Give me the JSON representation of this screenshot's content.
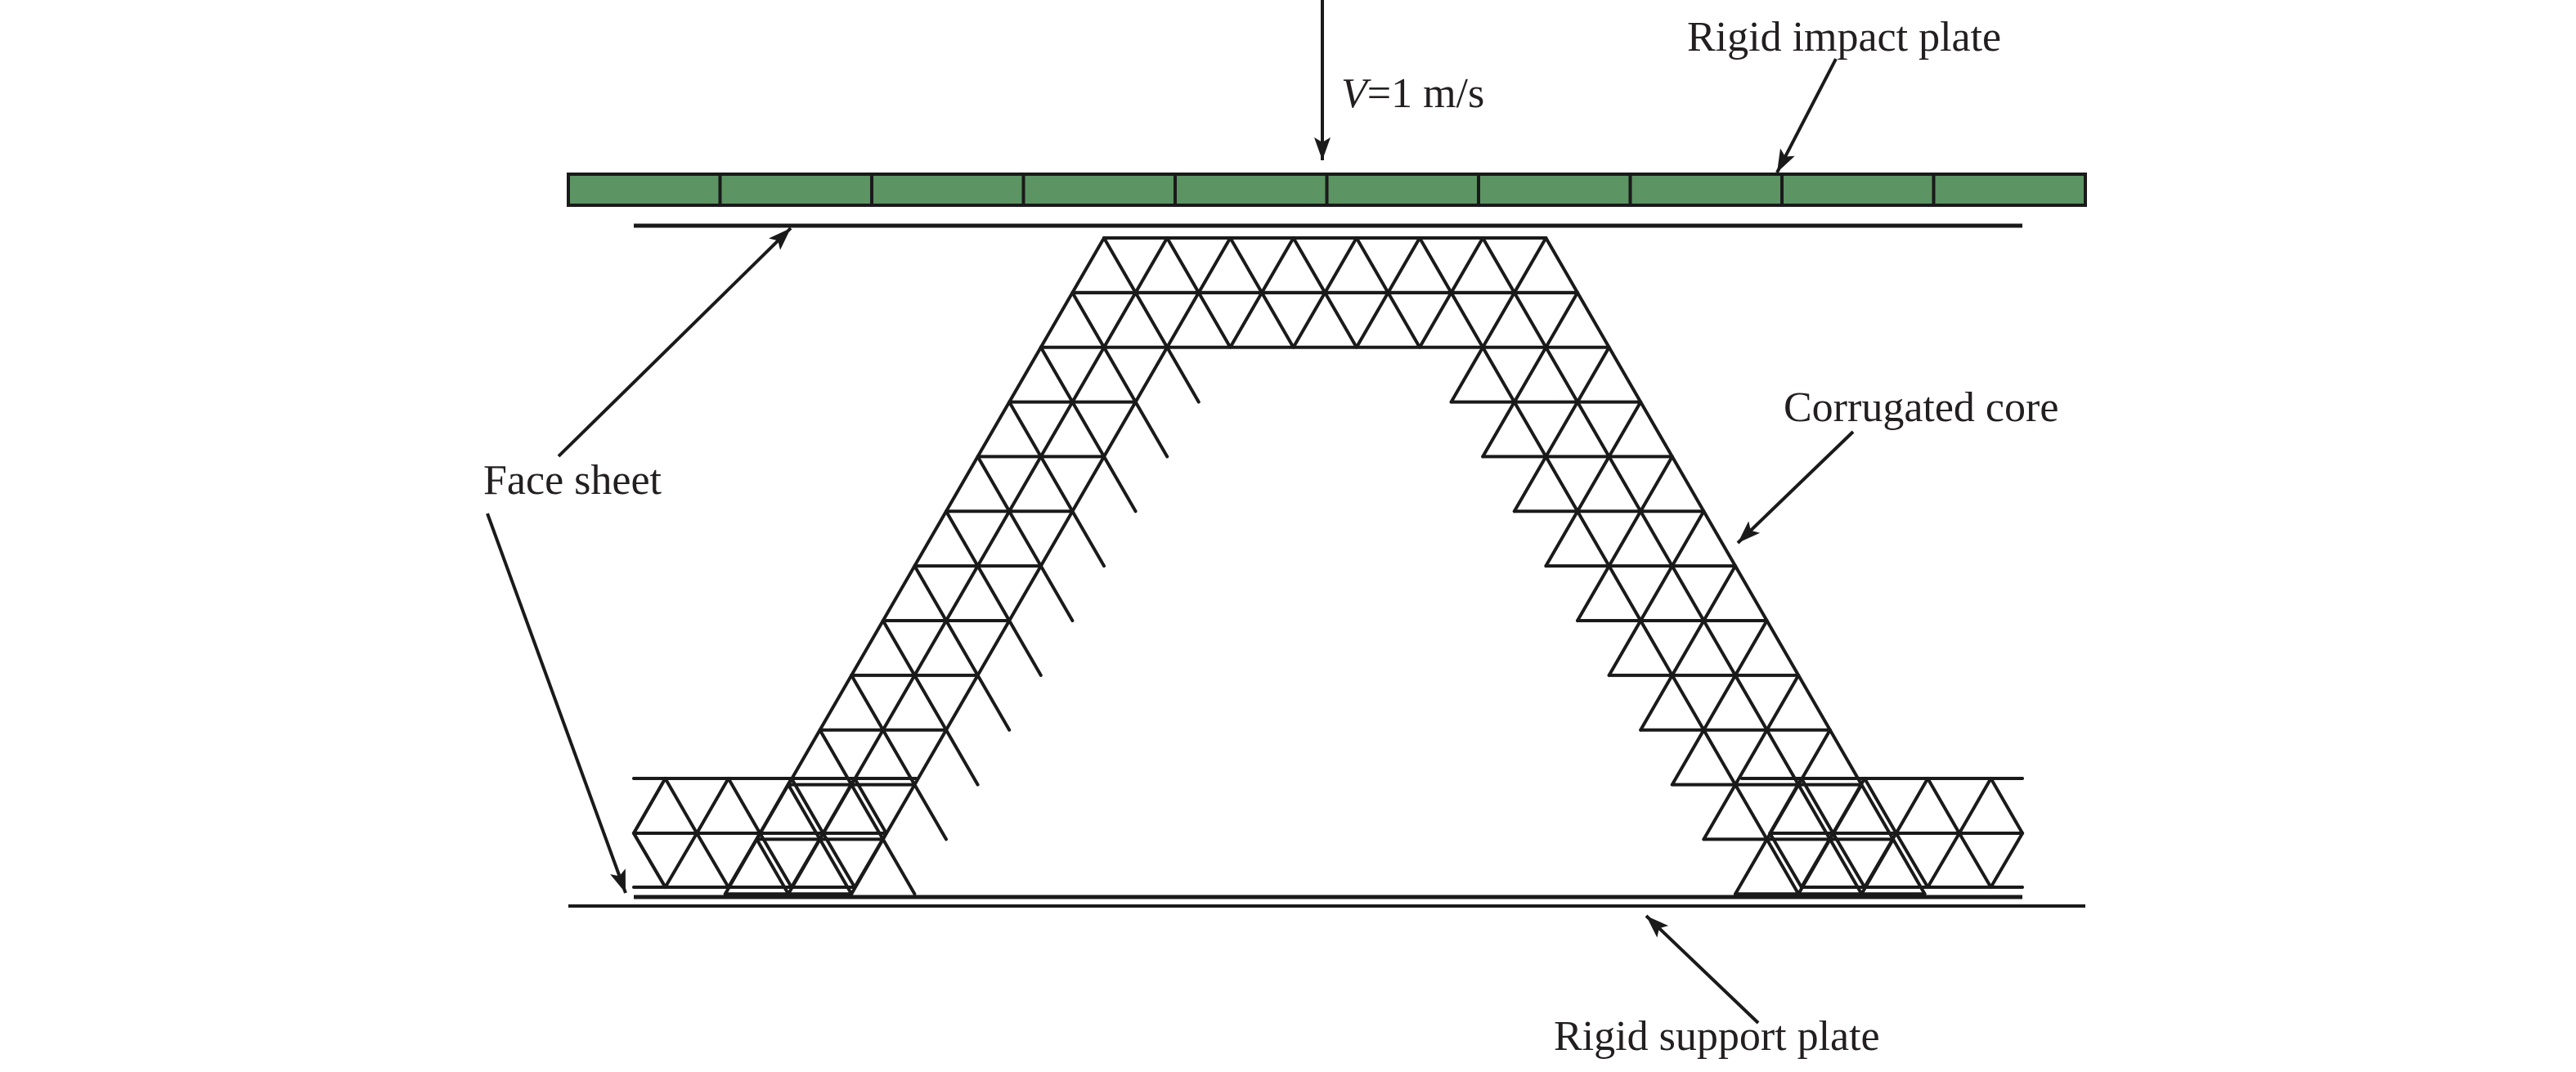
{
  "figure": {
    "type": "schematic",
    "subject": "Sandwich panel with corrugated lattice core under impact",
    "colors": {
      "impact_plate_fill": "#5c9463",
      "line": "#1a1a1a",
      "text": "#231f20",
      "background": "#ffffff"
    }
  },
  "labels": {
    "velocity_symbol": "V",
    "velocity_value": "=1 m/s",
    "rigid_impact_plate": "Rigid impact plate",
    "face_sheet": "Face sheet",
    "corrugated_core": "Corrugated core",
    "rigid_support_plate": "Rigid support plate"
  },
  "impact_plate": {
    "segments": 10
  },
  "core": {
    "cell": "equilateral triangle",
    "layers": 2,
    "top_flat_cells": 7,
    "foot_cells": 4,
    "inclined_cells_per_leg": 10
  },
  "loading": {
    "velocity_m_per_s": 1,
    "direction": "downward"
  }
}
